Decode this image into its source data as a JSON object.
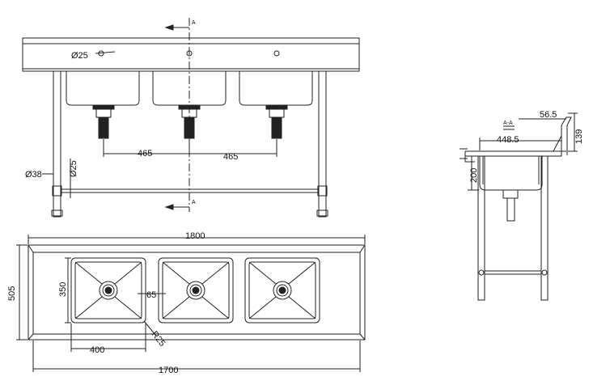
{
  "front_view": {
    "hole_dia": "Ø25",
    "pitch_left": "465",
    "pitch_right": "465",
    "leg_dia": "Ø38",
    "rail_dia": "Ø25",
    "section_mark_top": "A",
    "section_mark_bottom": "A"
  },
  "top_view": {
    "overall_length": "1800",
    "leg_span": "1700",
    "depth": "505",
    "bowl_depth": "350",
    "bowl_width": "400",
    "bowl_gap": "65",
    "corner_radius": "R25"
  },
  "section_view": {
    "label": "A-A",
    "splash_offset": "56.5",
    "splash_height": "139",
    "inner_width": "448.5",
    "bowl_height": "200"
  }
}
